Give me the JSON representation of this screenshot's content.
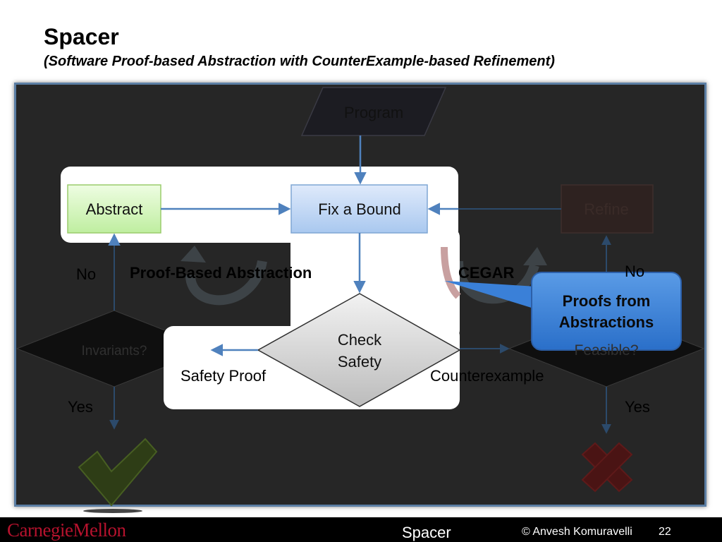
{
  "slide": {
    "title": "Spacer",
    "subtitle": "(Software Proof-based Abstraction with CounterExample-based Refinement)"
  },
  "diagram": {
    "program": "Program",
    "abstract": "Abstract",
    "fix_bound": "Fix a Bound",
    "refine": "Refine",
    "check_safety_line1": "Check",
    "check_safety_line2": "Safety",
    "invariants": "Invariants?",
    "feasible": "Feasible?",
    "no_left": "No",
    "no_right": "No",
    "yes_left": "Yes",
    "yes_right": "Yes",
    "safety_proof": "Safety Proof",
    "counterexample": "Counterexample",
    "proof_based_abstraction": "Proof-Based Abstraction",
    "cegar": "CEGAR",
    "callout_line1": "Proofs from",
    "callout_line2": "Abstractions"
  },
  "footer": {
    "logo": "CarnegieMellon",
    "center": "Spacer",
    "credit": "© Anvesh Komuravelli",
    "page": "22"
  },
  "colors": {
    "stage_bg": "#262626",
    "stage_border": "#5b7ea4",
    "callout": "#3a80d8",
    "abstract_fill": "#d6f5b4",
    "fix_bound_fill": "#c9def7",
    "arrow": "#4f81bd",
    "logo": "#b5122d"
  }
}
